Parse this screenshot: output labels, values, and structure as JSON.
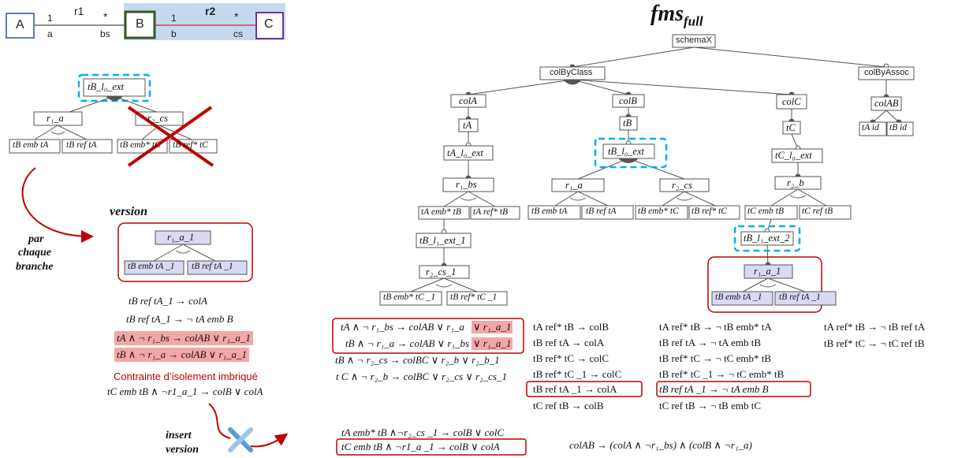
{
  "uml": {
    "classes": {
      "a": "A",
      "b": "B",
      "c": "C"
    },
    "r1": {
      "name": "r1",
      "mult_left": "1",
      "mult_right": "*",
      "role_left": "a",
      "role_right": "bs"
    },
    "r2": {
      "name": "r2",
      "mult_left": "1",
      "mult_right": "*",
      "role_left": "b",
      "role_right": "cs"
    }
  },
  "left_tree": {
    "root": "tB_l₀_ext",
    "r1a": "r₁_a",
    "r2cs": "r₂_cs",
    "leaf1": "tB emb tA",
    "leaf2": "tB ref tA",
    "leaf3": "tB emb* tC",
    "leaf4": "tB ref* tC"
  },
  "labels": {
    "version_title": "version",
    "par_chaque_branche": [
      "par",
      "chaque",
      "branche"
    ],
    "insert_version": [
      "insert",
      "version"
    ],
    "isolation_title": "Contrainte d’isolement imbriqué",
    "fms_title_main": "fms",
    "fms_title_sub": "full"
  },
  "version_box": {
    "root": "r₁_a_1",
    "leaf1": "tB emb tA _1",
    "leaf2": "tB ref tA _1"
  },
  "left_formulas": {
    "f1": "tB ref tA_1 → colA",
    "f2": "tB ref tA_1 → ¬ tA emb B",
    "f3": "tA ∧ ¬ r₁_bs → colAB  ∨ r₁_a_1",
    "f4": "tB ∧ ¬ r₁_a → colAB ∨ r₁_a_1",
    "f5": "tC emb tB  ∧  ¬r1_a_1 → colB ∨ colA"
  },
  "fms_tree": {
    "schema": "schemaX",
    "colByClass": "colByClass",
    "colByAssoc": "colByAssoc",
    "colA": "colA",
    "colB": "colB",
    "colC": "colC",
    "colAB": "colAB",
    "tA": "tA",
    "tB": "tB",
    "tC": "tC",
    "tAid": "tA id",
    "tBid": "tB id",
    "tA_ext": "tA_l₀_ext",
    "tB_ext": "tB_l₀_ext",
    "tC_ext": "tC_l₀_ext",
    "r1bs": "r₁_bs",
    "r1a": "r₁_a",
    "r2cs": "r₂_cs",
    "r2b": "r₂_b",
    "tA_emb_tB": "tA emb* tB",
    "tA_ref_tB": "tA  ref* tB",
    "tB_emb_tA": "tB emb tA",
    "tB_ref_tA": "tB ref tA",
    "tB_emb_tC": "tB emb* tC",
    "tB_ref_tC": "tB ref* tC",
    "tC_emb_tB": "tC  emb  tB",
    "tC_ref_tB": "tC  ref  tB",
    "tB_ext1": "tB_l₁_ext_1",
    "tB_ext2": "tB_l₁_ext_2",
    "r2cs1": "r₂_cs_1",
    "tB_emb_tC1": "tB emb* tC _1",
    "tB_ref_tC1": "tB  ref* tC _1",
    "v_root": "r₁_a_1",
    "v_leaf1": "tB emb tA _1",
    "v_leaf2": "tB ref tA _1"
  },
  "formula_col1": [
    "tA ∧ ¬ r₁_bs → colAB ∨ r₁_a",
    "∨ r₁_a_1",
    "tB ∧ ¬ r₁_a → colAB ∨ r₁_bs",
    "∨ r₁_a_1",
    "tB ∧ ¬ r₂_cs → colBC ∨ r₂_b ∨ r₂_b_1",
    "t C ∧ ¬ r₂_b → colBC ∨ r₂_cs ∨ r₂_cs_1"
  ],
  "formula_col2": [
    "tA  ref* tB    →  colB",
    "tB  ref   tA    →  colA",
    "tB  ref* tC     →  colC",
    "tB  ref* tC _1  →  colC",
    "tB  ref   tA _1 →  colA",
    "tC  ref   tB    →  colB"
  ],
  "formula_col3": [
    "tA  ref* tB     →  ¬ tB emb* tA",
    "tB  ref   tA    →  ¬ tA  emb  tB",
    "tB  ref* tC     →  ¬ tC emb* tB",
    "tB  ref* tC _1  →  ¬ tC emb* tB",
    "tB ref tA _1  →  ¬ tA  emb  B",
    "tC  ref   tB    →  ¬ tB  emb  tC"
  ],
  "formula_col4": [
    "tA  ref* tB  →  ¬ tB  ref  tA",
    "tB  ref* tC  →  ¬ tC  ref  tB"
  ],
  "bottom_formulas": {
    "b1": "tA  emb* tB  ∧¬r₂_cs _1 → colB  ∨ colC",
    "b2": "tC emb tB  ∧ ¬r1_a _1 → colB ∨ colA",
    "b3": "colAB →  (colA  ∧  ¬r₁_bs) ∧ (colB  ∧  ¬r₁_a)"
  },
  "colors": {
    "uml_bg": "#c5d9ee",
    "classA_border": "#2f5597",
    "classB_border": "#375623",
    "classC_border": "#7030a0",
    "highlight": "#f4a6a6",
    "red": "#c00000",
    "cyan": "#00b0f0",
    "lavender": "#d9d9f3"
  }
}
